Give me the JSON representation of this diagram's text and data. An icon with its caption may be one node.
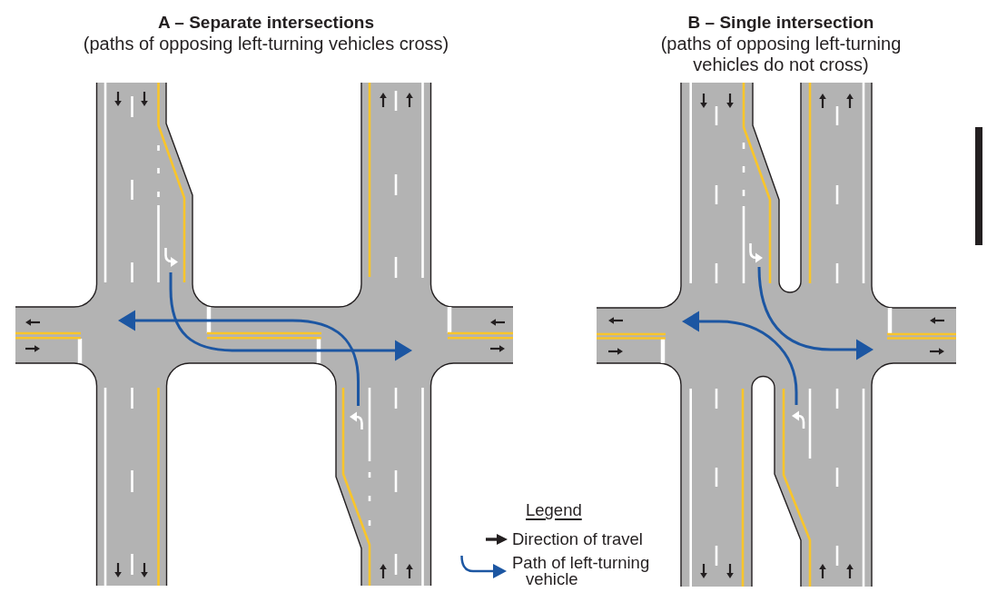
{
  "diagram": {
    "labels": [
      "A – Separate intersections",
      "(paths of opposing left-turning vehicles cross)",
      "B – Single intersection",
      "(paths of opposing left-turning vehicles do not cross)",
      "Legend"
    ],
    "legend": [
      {
        "text": "Direction of travel"
      },
      {
        "text": "Path of left-turning vehicle"
      }
    ]
  }
}
